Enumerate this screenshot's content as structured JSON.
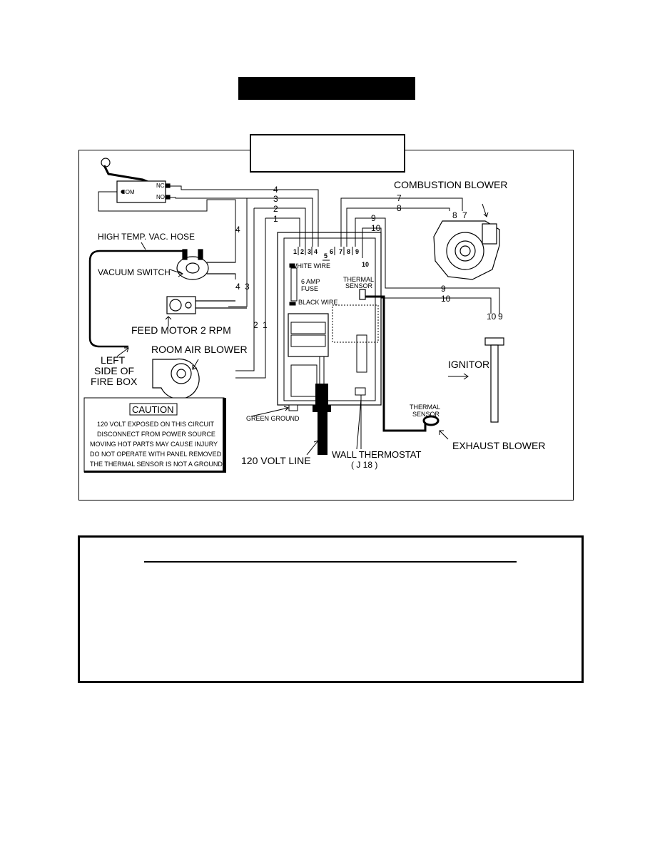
{
  "wiring_diagram": {
    "labels": {
      "combustion_blower": "COMBUSTION BLOWER",
      "high_temp_vac_hose": "HIGH TEMP. VAC. HOSE",
      "vacuum_switch": "VACUUM SWITCH",
      "feed_motor": "FEED MOTOR 2 RPM",
      "room_air_blower": "ROOM AIR BLOWER",
      "left_side_1": "LEFT",
      "left_side_2": "SIDE OF",
      "left_side_3": "FIRE BOX",
      "white_wire": "WHITE WIRE",
      "fuse_1": "6 AMP",
      "fuse_2": "FUSE",
      "black_wire": "BLACK WIRE",
      "thermal_sensor_board_1": "THERMAL",
      "thermal_sensor_board_2": "SENSOR",
      "ignitor": "IGNITOR",
      "thermal_sensor_lead_1": "THERMAL",
      "thermal_sensor_lead_2": "SENSOR",
      "exhaust_blower": "EXHAUST BLOWER",
      "green_ground": "GREEN GROUND",
      "line_120": "120 VOLT LINE",
      "wall_thermostat": "WALL THERMOSTAT",
      "j18": "( J 18 )",
      "com": "COM",
      "nc": "NC",
      "no": "NO"
    },
    "terminal_numbers": [
      "1",
      "2",
      "3",
      "4",
      "5",
      "6",
      "7",
      "8",
      "9",
      "10"
    ],
    "wire_numbers": {
      "w1": "1",
      "w2": "2",
      "w3": "3",
      "w4": "4",
      "w7": "7",
      "w8": "8",
      "w9": "9",
      "w10": "10",
      "vs4": "4",
      "vs4b": "4",
      "vs3": "3",
      "ra2": "2",
      "ra1": "1",
      "cb8": "8",
      "cb7": "7",
      "ig10": "10",
      "ig9": "9",
      "r9": "9",
      "r10": "10"
    },
    "caution": {
      "title": "CAUTION",
      "lines": [
        "120 VOLT EXPOSED ON THIS CIRCUIT",
        "DISCONNECT FROM POWER SOURCE",
        "MOVING HOT PARTS MAY CAUSE INJURY",
        "DO NOT OPERATE WITH PANEL REMOVED",
        "THE THERMAL SENSOR IS NOT A GROUND"
      ]
    }
  }
}
